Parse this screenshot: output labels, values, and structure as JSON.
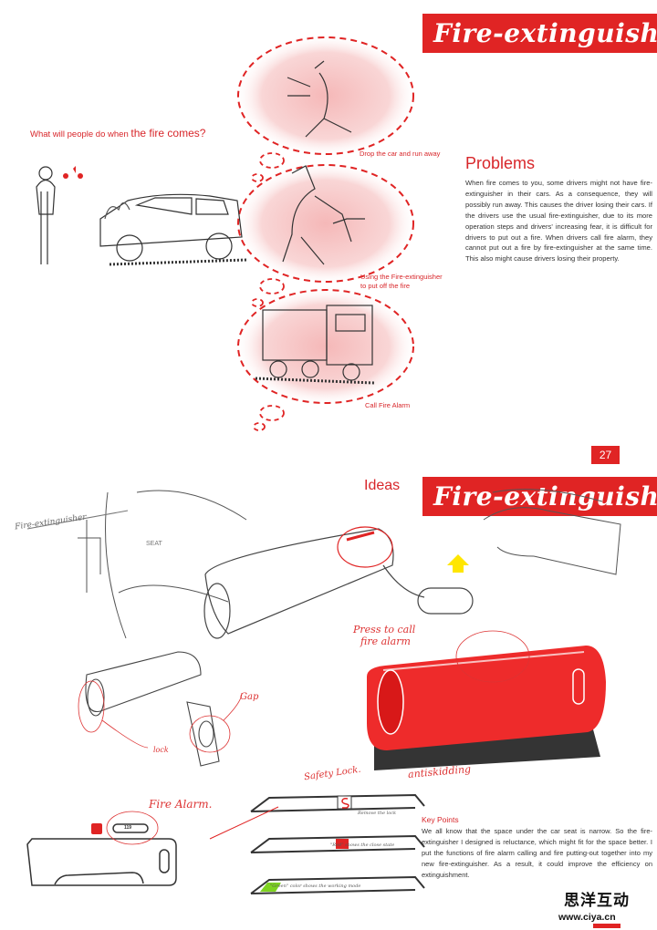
{
  "page1": {
    "banner_title": "Fire-extinguisher",
    "question_prefix": "What will people do when ",
    "question_emphasis": "the fire comes?",
    "scenarios": [
      {
        "caption": "Drop the car and run away"
      },
      {
        "caption_line1": "Using the  Fire-extinguisher",
        "caption_line2": "to put off the fire"
      },
      {
        "caption": "Call Fire Alarm"
      }
    ],
    "problems_heading": "Problems",
    "problems_text": "When fire comes to you, some drivers might not have fire-extinguisher in their cars. As a consequence, they will possibly run away. This causes the driver losing their cars. If the drivers use the usual fire-extinguisher, due to its more operation steps and drivers' increasing fear, it is difficult for drivers to put out a fire. When drivers call fire alarm, they cannot put out a fire by fire-extinguisher at the same time. This also might cause drivers losing their property.",
    "page_number": "27"
  },
  "page2": {
    "section_label": "Ideas",
    "banner_title": "Fire-extinguisher",
    "annotations": {
      "fire_extinguisher": "Fire-extinguisher",
      "seat": "SEAT",
      "press_line1": "Press to call",
      "press_line2": "fire alarm",
      "antiskidding": "antiskidding",
      "gap": "Gap",
      "lock": "lock",
      "safety_lock": "Safety Lock.",
      "fire_alarm": "Fire Alarm.",
      "remove_lock": "Remove the lock",
      "red_state": "\"Red\" shows the close state",
      "green_state": "\"Green\" color shows the working mode",
      "button_label": "119"
    },
    "key_points_heading": "Key Points",
    "key_points_text": "We all know that the space under the car seat is narrow. So the fire-extinguisher I designed is reluctance, which might fit for the space better. I put the functions of fire alarm calling and fire putting-out together into my new fire-extinguisher. As a result, it could improve the efficiency on extinguishment."
  },
  "watermark": {
    "line1": "思洋互动",
    "line2": "www.ciya.cn"
  },
  "colors": {
    "accent": "#e02424",
    "text": "#333333",
    "bubble": "#f7caca",
    "green": "#7ed321"
  }
}
